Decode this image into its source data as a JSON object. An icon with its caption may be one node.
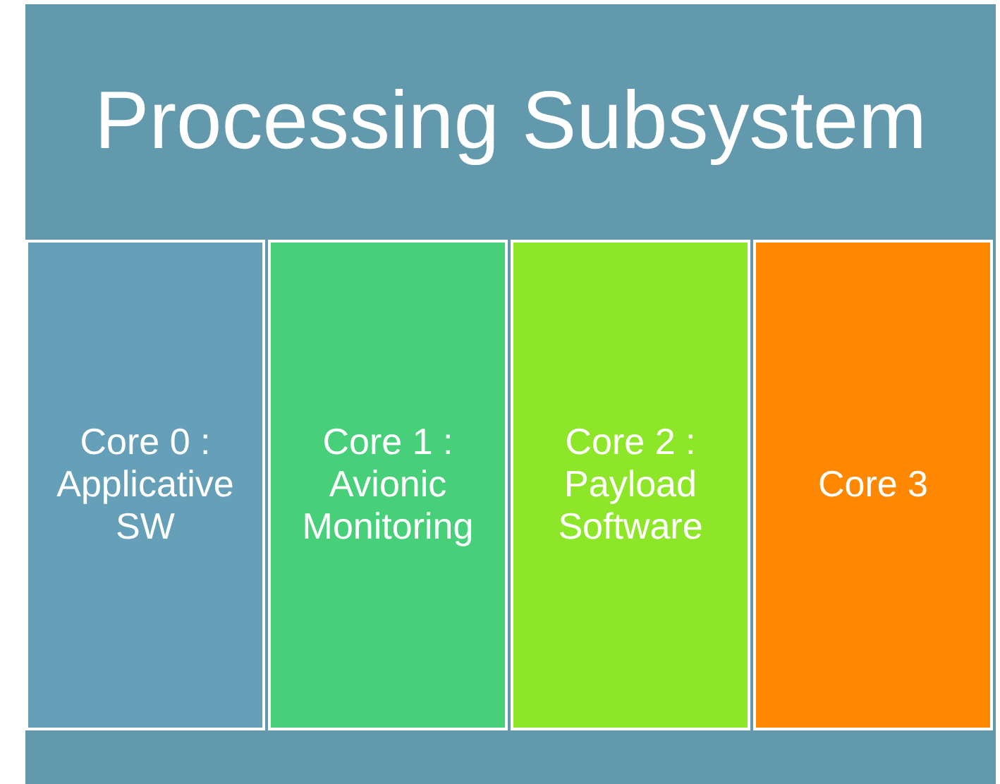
{
  "diagram": {
    "nodes": [
      {
        "text": [
          "Processing Subsystem"
        ]
      },
      {
        "text": [
          "Core 0 : Applicative SW"
        ],
        "in": 0
      },
      {
        "text": [
          "Core 1 : Avionic Monitoring"
        ],
        "in": 0
      },
      {
        "text": [
          "Core 2 : Payload Software"
        ],
        "in": 0
      },
      {
        "text": [
          "Core 3"
        ],
        "in": 0
      }
    ]
  }
}
